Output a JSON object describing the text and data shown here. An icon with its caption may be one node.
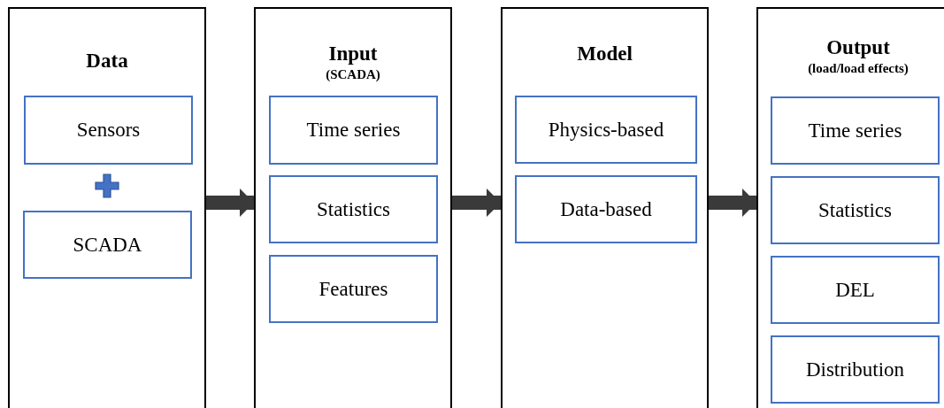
{
  "diagram": {
    "nodes": [
      {
        "text": [
          "Data"
        ]
      },
      {
        "text": [
          "Sensors"
        ],
        "in": 0
      },
      {
        "text": [
          "SCADA"
        ],
        "in": 0
      },
      {
        "text": [
          "Input",
          "(SCADA)"
        ]
      },
      {
        "text": [
          "Time series"
        ],
        "in": 3
      },
      {
        "text": [
          "Statistics"
        ],
        "in": 3
      },
      {
        "text": [
          "Features"
        ],
        "in": 3
      },
      {
        "text": [
          "Model"
        ]
      },
      {
        "text": [
          "Physics-based"
        ],
        "in": 7
      },
      {
        "text": [
          "Data-based"
        ],
        "in": 7
      },
      {
        "text": [
          "Output",
          "(load/load effects)"
        ]
      },
      {
        "text": [
          "Time series"
        ],
        "in": 10
      },
      {
        "text": [
          "Statistics"
        ],
        "in": 10
      },
      {
        "text": [
          "DEL"
        ],
        "in": 10
      },
      {
        "text": [
          "Distribution"
        ],
        "in": 10
      }
    ],
    "edges": [
      {
        "from": 0,
        "to": 3,
        "arrow": "to"
      },
      {
        "from": 3,
        "to": 7,
        "arrow": "to"
      },
      {
        "from": 7,
        "to": 10,
        "arrow": "to"
      }
    ]
  }
}
